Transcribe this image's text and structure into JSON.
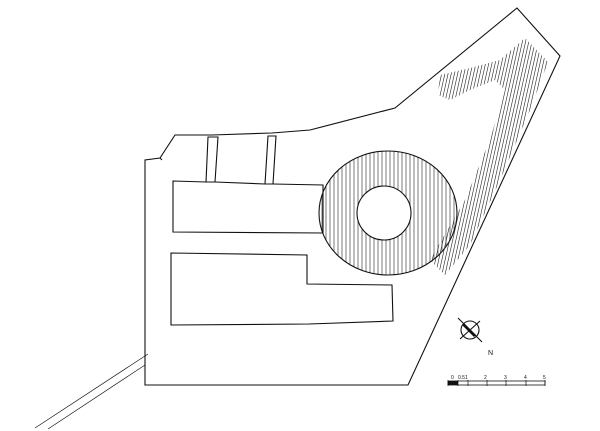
{
  "scale_bar": {
    "tick_labels": [
      "0",
      "0.5",
      "1",
      "2",
      "3",
      "4",
      "5"
    ]
  },
  "north_arrow": {
    "letter": "N",
    "icon": "north-arrow-icon"
  },
  "colors": {
    "ink": "#111111",
    "paper": "#ffffff"
  }
}
